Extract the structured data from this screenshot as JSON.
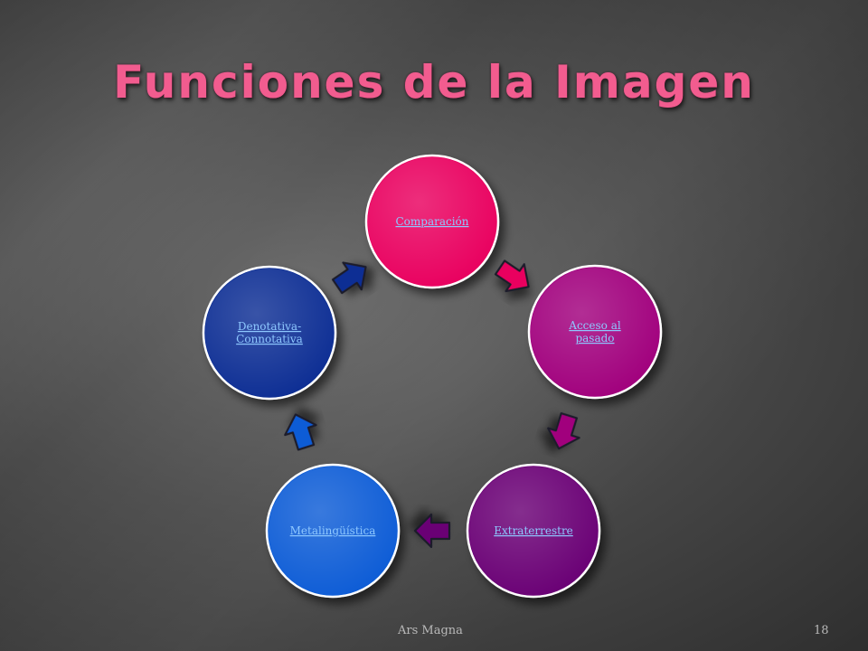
{
  "title": "Funciones de la Imagen",
  "nodes": [
    {
      "id": "comparacion",
      "lines": [
        "Comparación"
      ],
      "color": "#e9005e"
    },
    {
      "id": "acceso",
      "lines": [
        "Acceso al",
        "pasado"
      ],
      "color": "#a1007d"
    },
    {
      "id": "extraterrestre",
      "lines": [
        "Extraterrestre"
      ],
      "color": "#6a0075"
    },
    {
      "id": "metalinguistica",
      "lines": [
        "Metalingüística"
      ],
      "color": "#0a5bd6"
    },
    {
      "id": "denotativa",
      "lines": [
        "Denotativa-",
        "Connotativa"
      ],
      "color": "#0a2f94"
    }
  ],
  "footer": {
    "label": "Ars Magna",
    "page": "18"
  }
}
